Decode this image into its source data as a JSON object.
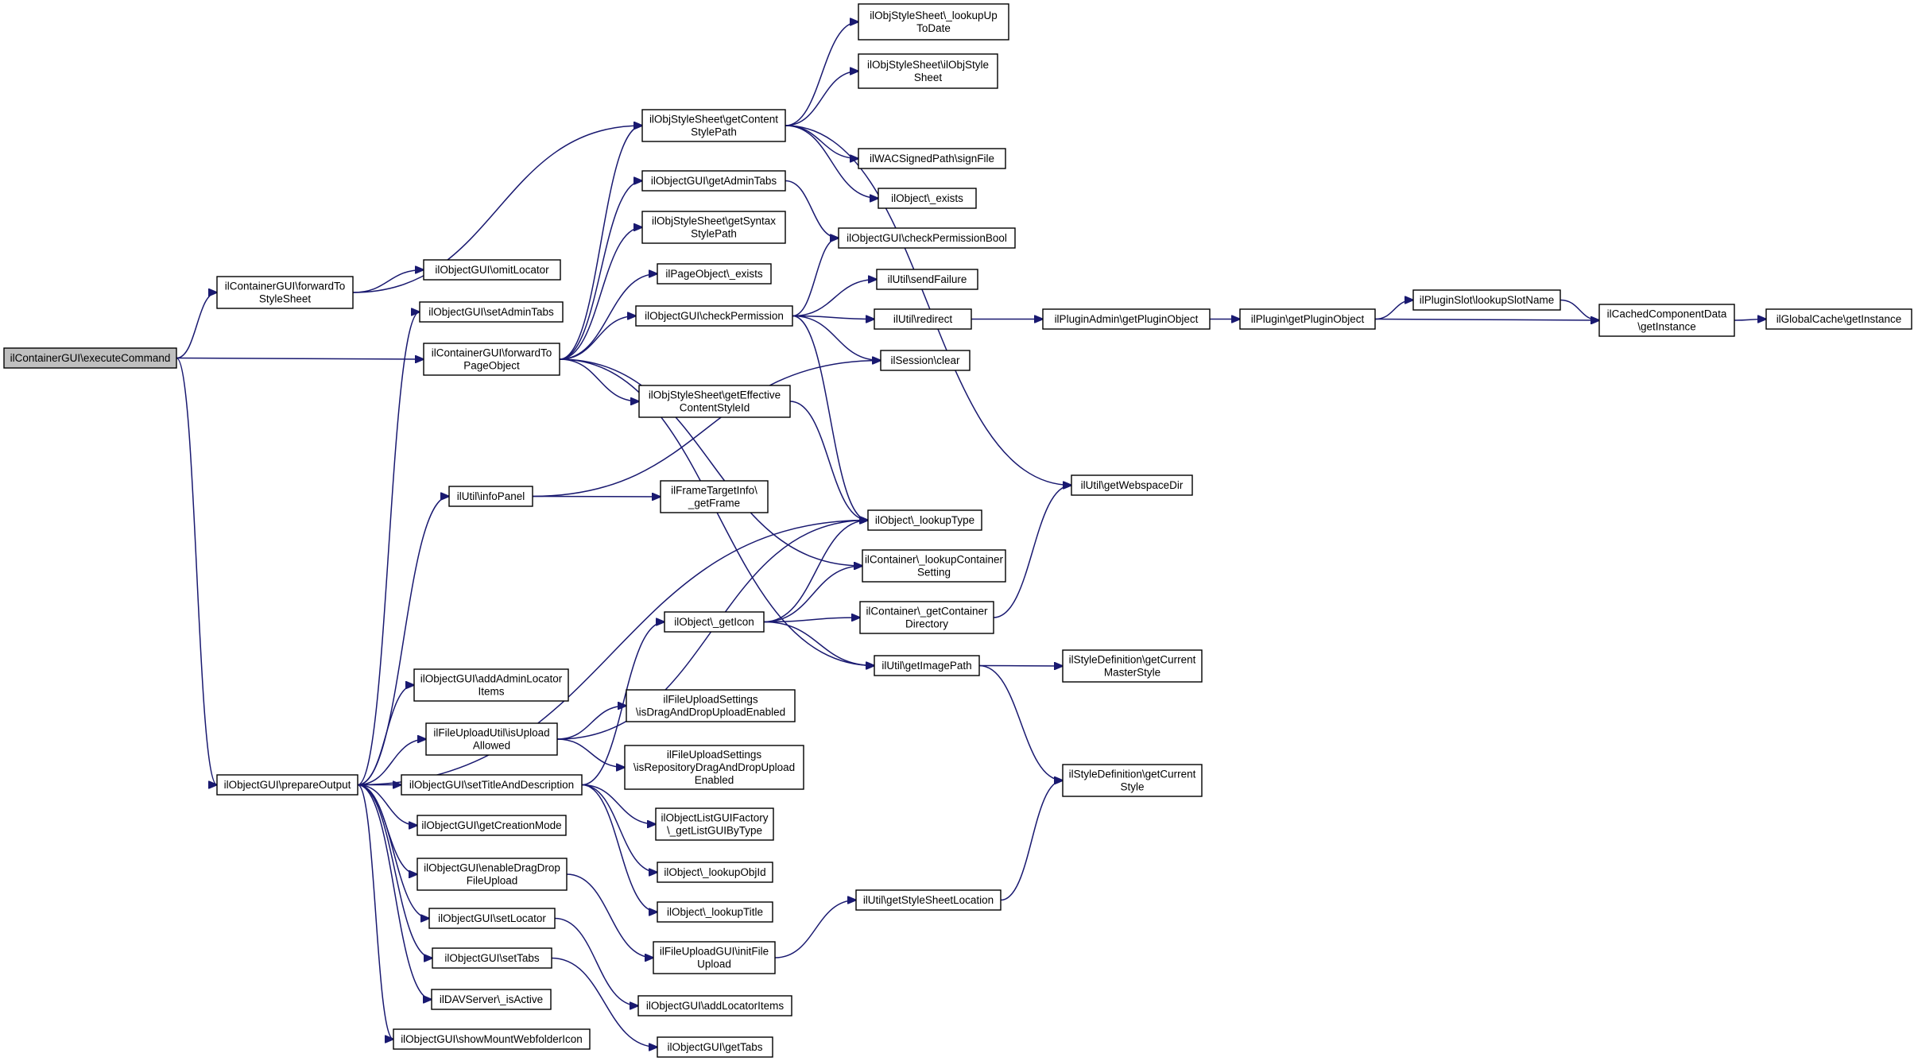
{
  "diagram": {
    "type": "call-graph",
    "colors": {
      "edge": "#191970",
      "root_fill": "#bfbfbf",
      "node_fill": "#ffffff",
      "node_border": "#000000"
    },
    "nodes": [
      {
        "id": "execCmd",
        "lines": [
          "ilContainerGUI\\executeCommand"
        ],
        "root": true
      },
      {
        "id": "fwdStyle",
        "lines": [
          "ilContainerGUI\\forwardTo",
          "StyleSheet"
        ]
      },
      {
        "id": "fwdPage",
        "lines": [
          "ilContainerGUI\\forwardTo",
          "PageObject"
        ]
      },
      {
        "id": "prepOut",
        "lines": [
          "ilObjectGUI\\prepareOutput"
        ]
      },
      {
        "id": "omitLoc",
        "lines": [
          "ilObjectGUI\\omitLocator"
        ]
      },
      {
        "id": "setAdminTabs",
        "lines": [
          "ilObjectGUI\\setAdminTabs"
        ]
      },
      {
        "id": "infoPanel",
        "lines": [
          "ilUtil\\infoPanel"
        ]
      },
      {
        "id": "addAdminLoc",
        "lines": [
          "ilObjectGUI\\addAdminLocator",
          "Items"
        ]
      },
      {
        "id": "isUpload",
        "lines": [
          "ilFileUploadUtil\\isUpload",
          "Allowed"
        ]
      },
      {
        "id": "setTitle",
        "lines": [
          "ilObjectGUI\\setTitleAndDescription"
        ]
      },
      {
        "id": "getCreation",
        "lines": [
          "ilObjectGUI\\getCreationMode"
        ]
      },
      {
        "id": "enableDD",
        "lines": [
          "ilObjectGUI\\enableDragDrop",
          "FileUpload"
        ]
      },
      {
        "id": "setLocator",
        "lines": [
          "ilObjectGUI\\setLocator"
        ]
      },
      {
        "id": "setTabs",
        "lines": [
          "ilObjectGUI\\setTabs"
        ]
      },
      {
        "id": "davActive",
        "lines": [
          "ilDAVServer\\_isActive"
        ]
      },
      {
        "id": "showMount",
        "lines": [
          "ilObjectGUI\\showMountWebfolderIcon"
        ]
      },
      {
        "id": "getContentSP",
        "lines": [
          "ilObjStyleSheet\\getContent",
          "StylePath"
        ]
      },
      {
        "id": "getAdminTabs",
        "lines": [
          "ilObjectGUI\\getAdminTabs"
        ]
      },
      {
        "id": "getSyntaxSP",
        "lines": [
          "ilObjStyleSheet\\getSyntax",
          "StylePath"
        ]
      },
      {
        "id": "pageExists",
        "lines": [
          "ilPageObject\\_exists"
        ]
      },
      {
        "id": "checkPerm",
        "lines": [
          "ilObjectGUI\\checkPermission"
        ]
      },
      {
        "id": "getEffStyle",
        "lines": [
          "ilObjStyleSheet\\getEffective",
          "ContentStyleId"
        ]
      },
      {
        "id": "getFrame",
        "lines": [
          "ilFrameTargetInfo\\",
          "_getFrame"
        ]
      },
      {
        "id": "getIcon",
        "lines": [
          "ilObject\\_getIcon"
        ]
      },
      {
        "id": "isDDEnabled",
        "lines": [
          "ilFileUploadSettings",
          "\\isDragAndDropUploadEnabled"
        ]
      },
      {
        "id": "isRepoDD",
        "lines": [
          "ilFileUploadSettings",
          "\\isRepositoryDragAndDropUpload",
          "Enabled"
        ]
      },
      {
        "id": "listFactory",
        "lines": [
          "ilObjectListGUIFactory",
          "\\_getListGUIByType"
        ]
      },
      {
        "id": "lookupObjId",
        "lines": [
          "ilObject\\_lookupObjId"
        ]
      },
      {
        "id": "lookupTitle",
        "lines": [
          "ilObject\\_lookupTitle"
        ]
      },
      {
        "id": "initFile",
        "lines": [
          "ilFileUploadGUI\\initFile",
          "Upload"
        ]
      },
      {
        "id": "addLocItems",
        "lines": [
          "ilObjectGUI\\addLocatorItems"
        ]
      },
      {
        "id": "getTabs",
        "lines": [
          "ilObjectGUI\\getTabs"
        ]
      },
      {
        "id": "lookupUpToDate",
        "lines": [
          "ilObjStyleSheet\\_lookupUp",
          "ToDate"
        ]
      },
      {
        "id": "objStyleSheet",
        "lines": [
          "ilObjStyleSheet\\ilObjStyle",
          "Sheet"
        ]
      },
      {
        "id": "signFile",
        "lines": [
          "ilWACSignedPath\\signFile"
        ]
      },
      {
        "id": "objExists",
        "lines": [
          "ilObject\\_exists"
        ]
      },
      {
        "id": "checkPermBool",
        "lines": [
          "ilObjectGUI\\checkPermissionBool"
        ]
      },
      {
        "id": "sendFailure",
        "lines": [
          "ilUtil\\sendFailure"
        ]
      },
      {
        "id": "redirect",
        "lines": [
          "ilUtil\\redirect"
        ]
      },
      {
        "id": "sessionClear",
        "lines": [
          "ilSession\\clear"
        ]
      },
      {
        "id": "lookupType",
        "lines": [
          "ilObject\\_lookupType"
        ]
      },
      {
        "id": "lookupContainer",
        "lines": [
          "ilContainer\\_lookupContainer",
          "Setting"
        ]
      },
      {
        "id": "getContainerDir",
        "lines": [
          "ilContainer\\_getContainer",
          "Directory"
        ]
      },
      {
        "id": "getImagePath",
        "lines": [
          "ilUtil\\getImagePath"
        ]
      },
      {
        "id": "getStyleLoc",
        "lines": [
          "ilUtil\\getStyleSheetLocation"
        ]
      },
      {
        "id": "webspaceDir",
        "lines": [
          "ilUtil\\getWebspaceDir"
        ]
      },
      {
        "id": "curMaster",
        "lines": [
          "ilStyleDefinition\\getCurrent",
          "MasterStyle"
        ]
      },
      {
        "id": "curStyle",
        "lines": [
          "ilStyleDefinition\\getCurrent",
          "Style"
        ]
      },
      {
        "id": "pluginAdmin",
        "lines": [
          "ilPluginAdmin\\getPluginObject"
        ]
      },
      {
        "id": "pluginObj",
        "lines": [
          "ilPlugin\\getPluginObject"
        ]
      },
      {
        "id": "slotName",
        "lines": [
          "ilPluginSlot\\lookupSlotName"
        ]
      },
      {
        "id": "cachedComp",
        "lines": [
          "ilCachedComponentData",
          "\\getInstance"
        ]
      },
      {
        "id": "globalCache",
        "lines": [
          "ilGlobalCache\\getInstance"
        ]
      }
    ],
    "edges": [
      [
        "execCmd",
        "fwdStyle"
      ],
      [
        "execCmd",
        "fwdPage"
      ],
      [
        "execCmd",
        "prepOut"
      ],
      [
        "fwdStyle",
        "omitLoc"
      ],
      [
        "fwdStyle",
        "getContentSP"
      ],
      [
        "fwdPage",
        "getContentSP"
      ],
      [
        "fwdPage",
        "getAdminTabs"
      ],
      [
        "fwdPage",
        "getSyntaxSP"
      ],
      [
        "fwdPage",
        "pageExists"
      ],
      [
        "fwdPage",
        "checkPerm"
      ],
      [
        "fwdPage",
        "getEffStyle"
      ],
      [
        "fwdPage",
        "lookupContainer"
      ],
      [
        "fwdPage",
        "getImagePath"
      ],
      [
        "prepOut",
        "setAdminTabs"
      ],
      [
        "prepOut",
        "infoPanel"
      ],
      [
        "prepOut",
        "lookupType"
      ],
      [
        "prepOut",
        "addAdminLoc"
      ],
      [
        "prepOut",
        "isUpload"
      ],
      [
        "prepOut",
        "setTitle"
      ],
      [
        "prepOut",
        "getCreation"
      ],
      [
        "prepOut",
        "enableDD"
      ],
      [
        "prepOut",
        "setLocator"
      ],
      [
        "prepOut",
        "setTabs"
      ],
      [
        "prepOut",
        "davActive"
      ],
      [
        "prepOut",
        "showMount"
      ],
      [
        "infoPanel",
        "sessionClear"
      ],
      [
        "infoPanel",
        "getFrame"
      ],
      [
        "isUpload",
        "lookupType"
      ],
      [
        "isUpload",
        "isDDEnabled"
      ],
      [
        "isUpload",
        "isRepoDD"
      ],
      [
        "setTitle",
        "getIcon"
      ],
      [
        "setTitle",
        "listFactory"
      ],
      [
        "setTitle",
        "lookupObjId"
      ],
      [
        "setTitle",
        "lookupTitle"
      ],
      [
        "enableDD",
        "initFile"
      ],
      [
        "setLocator",
        "addLocItems"
      ],
      [
        "setTabs",
        "getTabs"
      ],
      [
        "getContentSP",
        "lookupUpToDate"
      ],
      [
        "getContentSP",
        "objStyleSheet"
      ],
      [
        "getContentSP",
        "signFile"
      ],
      [
        "getContentSP",
        "objExists"
      ],
      [
        "getContentSP",
        "webspaceDir"
      ],
      [
        "getAdminTabs",
        "checkPermBool"
      ],
      [
        "checkPerm",
        "checkPermBool"
      ],
      [
        "checkPerm",
        "sendFailure"
      ],
      [
        "checkPerm",
        "redirect"
      ],
      [
        "checkPerm",
        "sessionClear"
      ],
      [
        "checkPerm",
        "lookupType"
      ],
      [
        "getEffStyle",
        "lookupType"
      ],
      [
        "getIcon",
        "lookupType"
      ],
      [
        "getIcon",
        "lookupContainer"
      ],
      [
        "getIcon",
        "getContainerDir"
      ],
      [
        "getIcon",
        "getImagePath"
      ],
      [
        "initFile",
        "getStyleLoc"
      ],
      [
        "redirect",
        "pluginAdmin"
      ],
      [
        "pluginAdmin",
        "pluginObj"
      ],
      [
        "pluginObj",
        "slotName"
      ],
      [
        "pluginObj",
        "cachedComp"
      ],
      [
        "slotName",
        "cachedComp"
      ],
      [
        "cachedComp",
        "globalCache"
      ],
      [
        "getContainerDir",
        "webspaceDir"
      ],
      [
        "getImagePath",
        "curMaster"
      ],
      [
        "getImagePath",
        "curStyle"
      ],
      [
        "getStyleLoc",
        "curStyle"
      ]
    ]
  }
}
